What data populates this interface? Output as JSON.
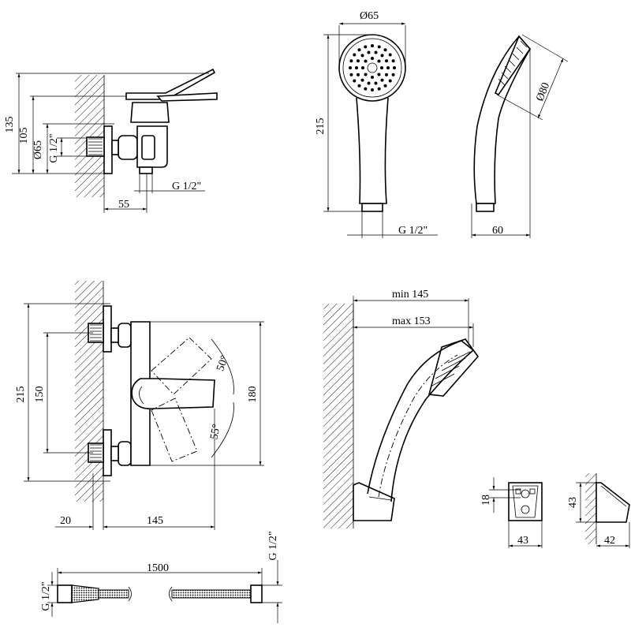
{
  "mixer_side_view": {
    "dim_135": "135",
    "dim_105": "105",
    "dim_d65": "Ø65",
    "dim_g12_vertical": "G 1/2\"",
    "dim_g12": "G 1/2\"",
    "dim_55": "55"
  },
  "hand_shower_front": {
    "dim_d65": "Ø65",
    "dim_215": "215",
    "dim_g12": "G 1/2\""
  },
  "hand_shower_side": {
    "dim_d80": "Ø80",
    "dim_60": "60"
  },
  "mixer_front_view": {
    "dim_215": "215",
    "dim_150": "150",
    "dim_180": "180",
    "angle_50": "50°",
    "angle_55": "55°",
    "dim_20": "20",
    "dim_145": "145"
  },
  "holder_assembly": {
    "dim_min145": "min 145",
    "dim_max153": "max 153"
  },
  "holder_front": {
    "dim_18": "18",
    "dim_43_width": "43"
  },
  "holder_side": {
    "dim_43_height": "43",
    "dim_42": "42"
  },
  "hose": {
    "dim_1500": "1500",
    "dim_g12_left": "G 1/2\"",
    "dim_g12_right": "G 1/2\""
  }
}
